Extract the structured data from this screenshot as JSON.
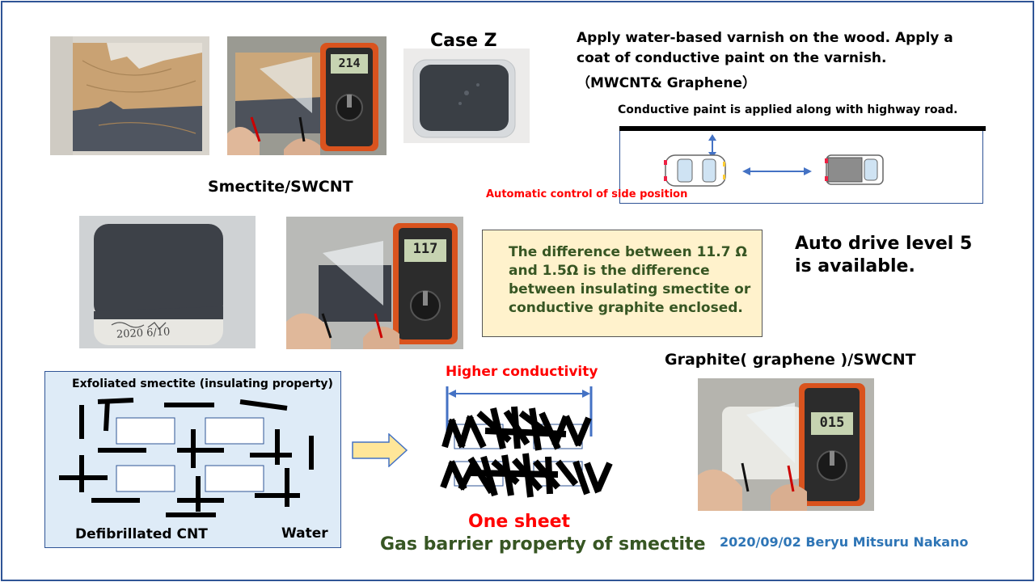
{
  "case_label": "Case Z",
  "smectite_label": "Smectite/SWCNT",
  "instructions": {
    "line1": "Apply water-based varnish on the wood. Apply a",
    "line2": "coat of conductive paint on the varnish.",
    "line3": "（MWCNT& Graphene）"
  },
  "highway": {
    "caption": "Conductive paint is applied along with highway road.",
    "control_note": "Automatic control of side position"
  },
  "multimeters": {
    "reading_1": "214",
    "reading_2": "117",
    "reading_3": "015"
  },
  "note_box": {
    "line1": "The difference between 11.7 Ω",
    "line2": "and 1.5Ω is the difference",
    "line3": "between insulating smectite or",
    "line4": "conductive graphite enclosed."
  },
  "auto_drive": {
    "line1": "Auto drive level 5",
    "line2": "is available."
  },
  "graphite_label": "Graphite( graphene )/SWCNT",
  "diagram": {
    "exfoliated_label": "Exfoliated smectite (insulating property)",
    "cnt_label": "Defibrillated CNT",
    "water_label": "Water"
  },
  "result": {
    "higher_conductivity": "Higher conductivity",
    "one_sheet": "One sheet",
    "gas_barrier": "Gas barrier property of smectite"
  },
  "footer": "2020/09/02 Beryu Mitsuru Nakano",
  "colors": {
    "frame": "#2f5496",
    "red": "#ff0000",
    "green": "#375623",
    "footer_blue": "#2e75b6",
    "arrow_blue": "#4472c4",
    "note_fill": "#fff2cc",
    "diagram_fill": "#deebf7"
  }
}
